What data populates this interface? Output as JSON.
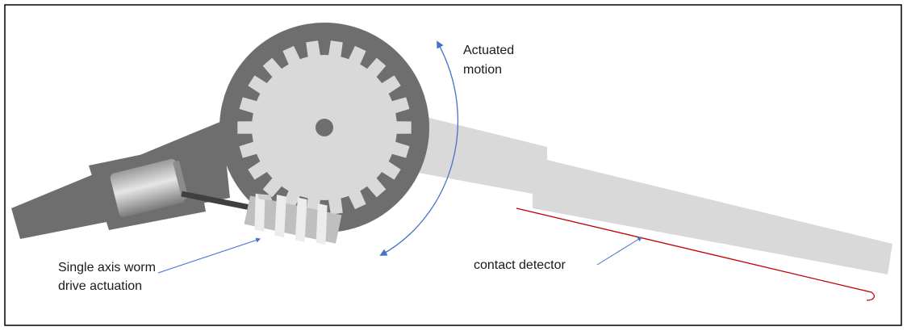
{
  "labels": {
    "actuated_line1": "Actuated",
    "actuated_line2": "motion",
    "worm_line1": "Single axis worm",
    "worm_line2": "drive actuation",
    "contact": "contact detector"
  },
  "colors": {
    "frame": "#000000",
    "dark_body": "#6e6e6e",
    "gear": "#d9d9d9",
    "arm": "#d9d9d9",
    "motor_light": "#d5d5d5",
    "shaft": "#404040",
    "worm": "#d0d0d0",
    "arrow": "#4472c4",
    "contact_line": "#c00000"
  },
  "gear": {
    "teeth": 22
  },
  "icons": [
    "worm-gear-icon",
    "spur-gear-icon",
    "motor-icon",
    "curved-arrow-icon"
  ]
}
